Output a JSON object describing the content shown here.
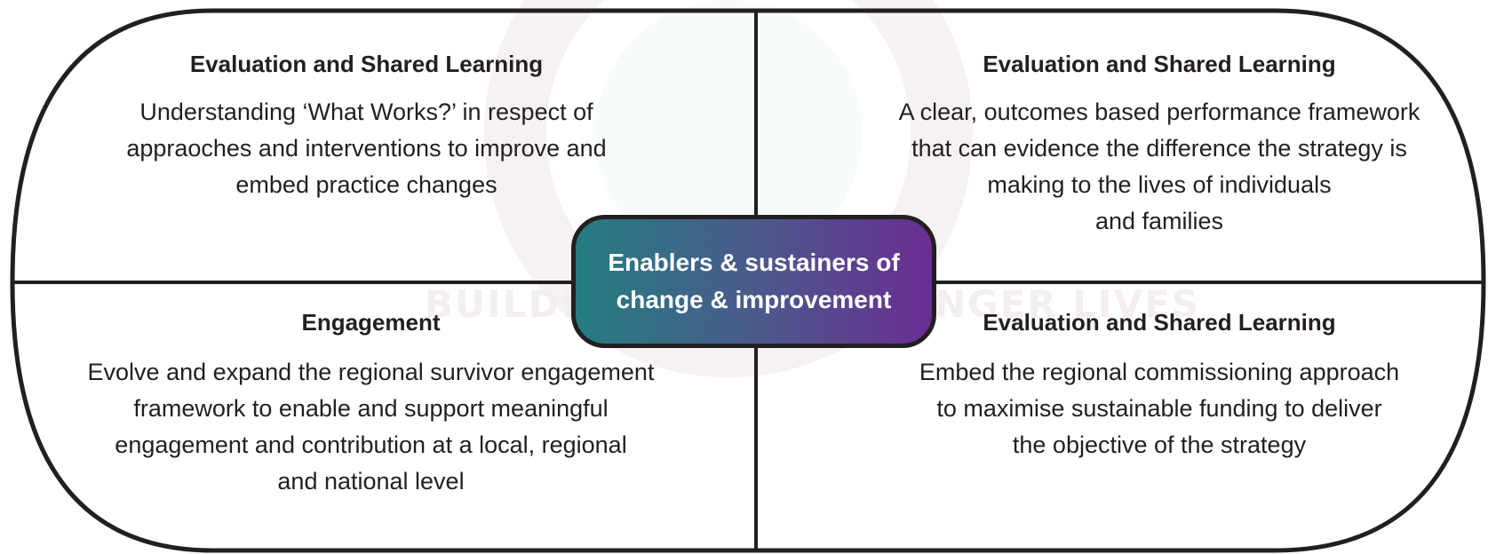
{
  "diagram": {
    "center_label_line1": "Enablers & sustainers of",
    "center_label_line2": "change & improvement",
    "quadrants": [
      {
        "title": "Evaluation and Shared Learning",
        "lines": [
          "Understanding ‘What Works?’ in respect of",
          "appraoches and interventions to improve and",
          "embed practice changes"
        ]
      },
      {
        "title": "Evaluation and Shared Learning",
        "lines": [
          "A clear, outcomes based performance framework",
          "that can evidence the difference the strategy is",
          "making to the lives of individuals",
          "and families"
        ]
      },
      {
        "title": "Engagement",
        "lines": [
          "Evolve and expand the regional survivor engagement",
          "framework to enable and support meaningful",
          "engagement and contribution at a local, regional",
          "and national level"
        ]
      },
      {
        "title": "Evaluation and Shared Learning",
        "lines": [
          "Embed the regional commissioning approach",
          "to maximise sustainable funding to deliver",
          "the objective of the strategy"
        ]
      }
    ]
  },
  "watermark_text": {
    "left": "BUILDING",
    "right": "NGER LIVES"
  },
  "colors": {
    "outline": "#231f20",
    "text": "#231f20",
    "pill_gradient_start": "#247d80",
    "pill_gradient_end": "#6a2d92",
    "pill_text": "#ffffff",
    "watermark": "#f4eef0"
  }
}
